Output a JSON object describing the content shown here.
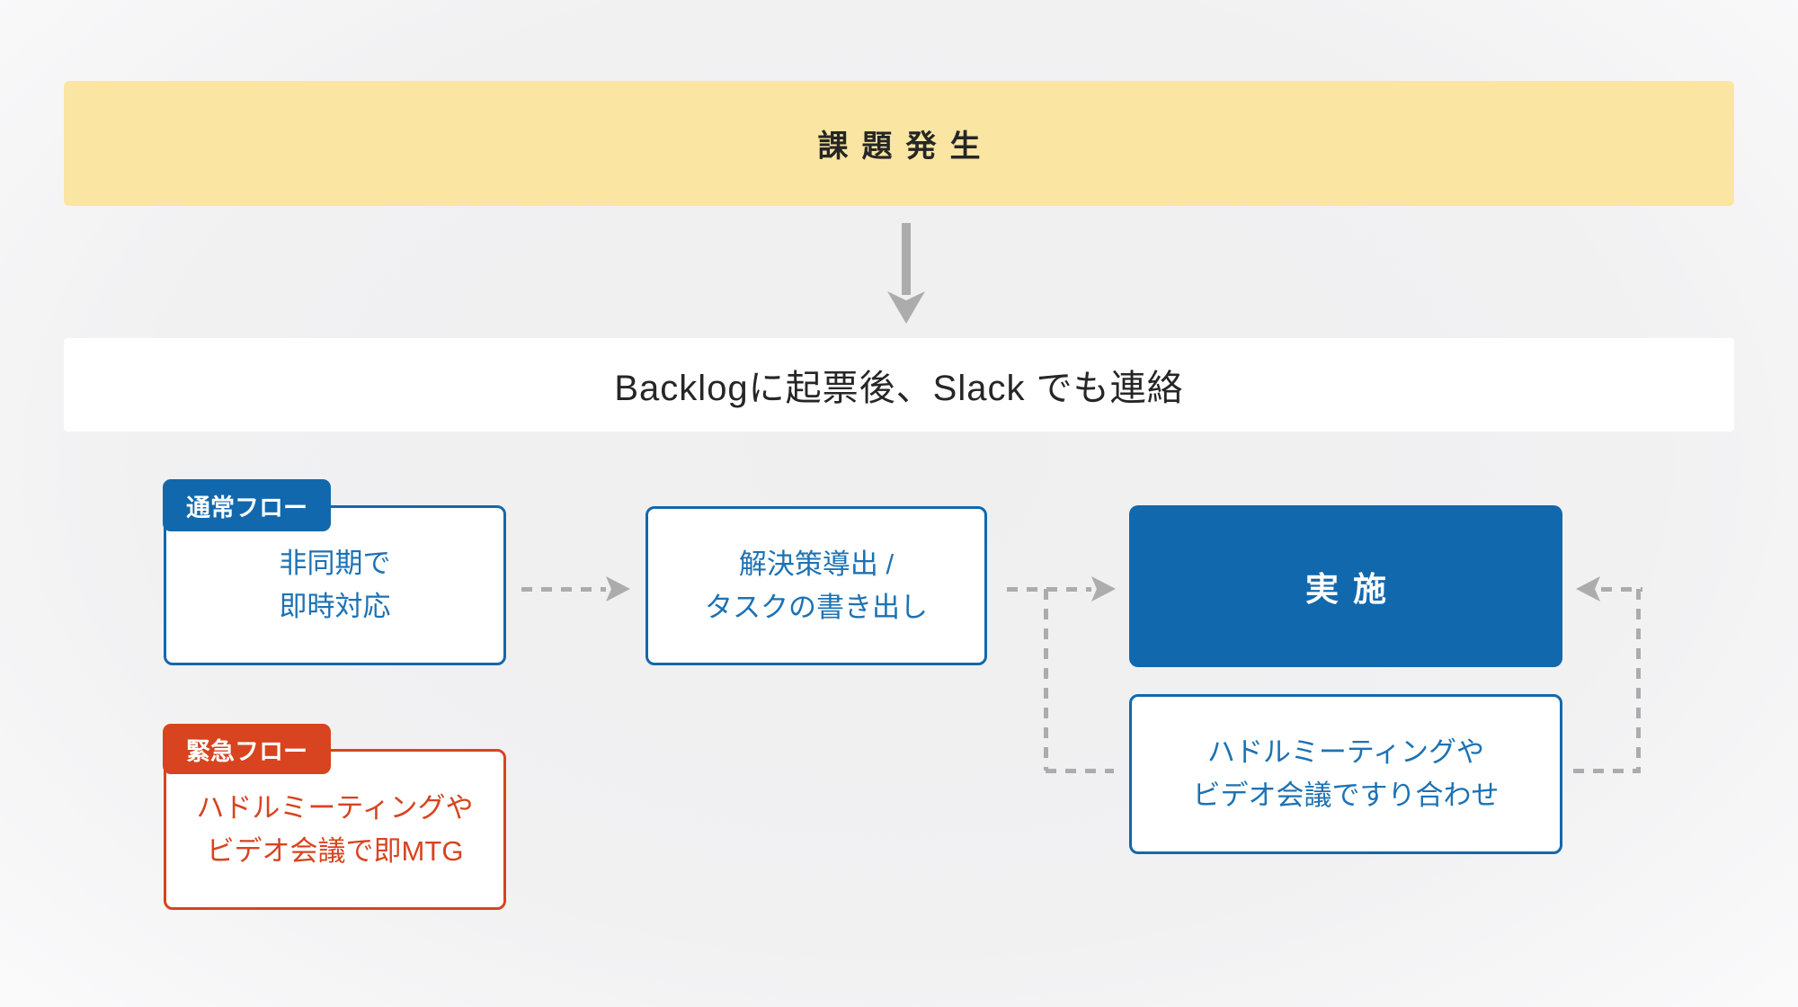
{
  "colors": {
    "yellow": "#fbe5a2",
    "blue": "#1268ac",
    "blue_text": "#1c72b4",
    "red": "#d7441f",
    "arrow_gray": "#acacac",
    "heading_text": "#262626"
  },
  "nodes": {
    "issue": {
      "label": "課題発生"
    },
    "report": {
      "label": "Backlogに起票後、Slack でも連絡"
    },
    "normal": {
      "badge": "通常フロー",
      "lines": [
        "非同期で",
        "即時対応"
      ]
    },
    "urgent": {
      "badge": "緊急フロー",
      "lines": [
        "ハドルミーティングや",
        "ビデオ会議で即MTG"
      ]
    },
    "solution": {
      "lines": [
        "解決策導出 /",
        "タスクの書き出し"
      ]
    },
    "execute": {
      "label": "実施"
    },
    "align": {
      "lines": [
        "ハドルミーティングや",
        "ビデオ会議ですり合わせ"
      ]
    }
  }
}
